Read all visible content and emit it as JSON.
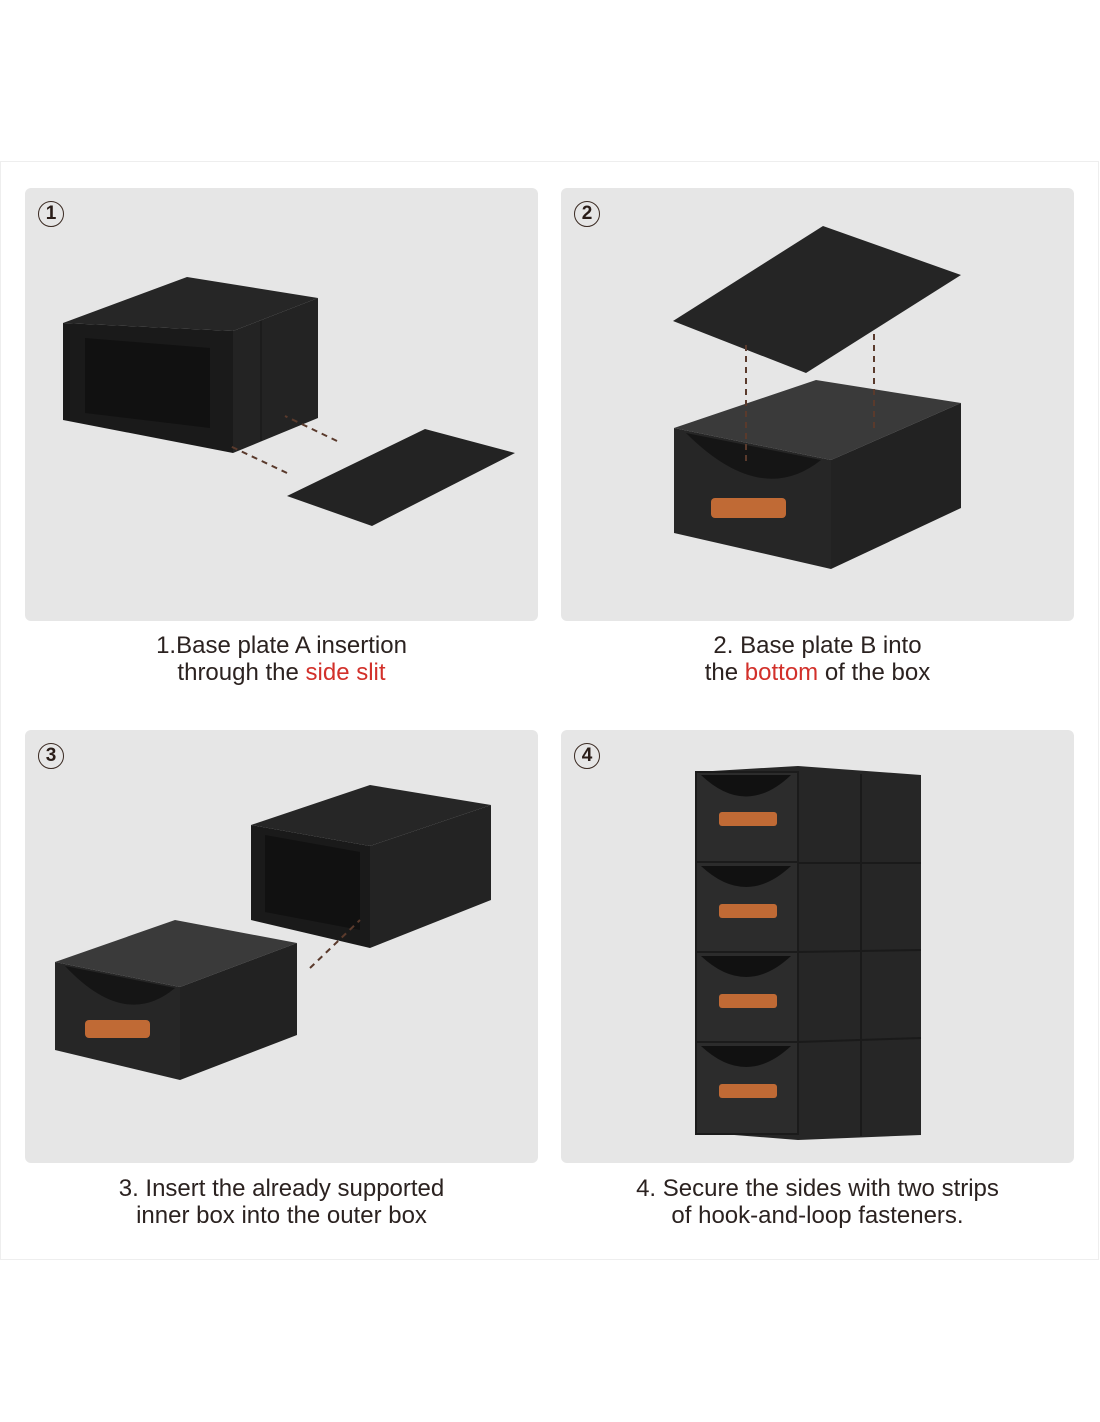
{
  "steps": [
    {
      "number": "1",
      "caption_line1": "1.Base plate A insertion",
      "caption_line2_pre": "through the ",
      "caption_line2_highlight": "side slit",
      "caption_line2_post": ""
    },
    {
      "number": "2",
      "caption_line1": "2. Base plate B into",
      "caption_line2_pre": "the ",
      "caption_line2_highlight": "bottom",
      "caption_line2_post": " of the box"
    },
    {
      "number": "3",
      "caption_line1": "3. Insert the already supported",
      "caption_line2_pre": "inner box into the outer box",
      "caption_line2_highlight": "",
      "caption_line2_post": ""
    },
    {
      "number": "4",
      "caption_line1": "4. Secure the sides with two strips",
      "caption_line2_pre": "of hook-and-loop fasteners.",
      "caption_line2_highlight": "",
      "caption_line2_post": ""
    }
  ],
  "colors": {
    "panel": "#e6e6e6",
    "highlight": "#d2302a",
    "box": "#222222",
    "handle": "#c06a35"
  }
}
